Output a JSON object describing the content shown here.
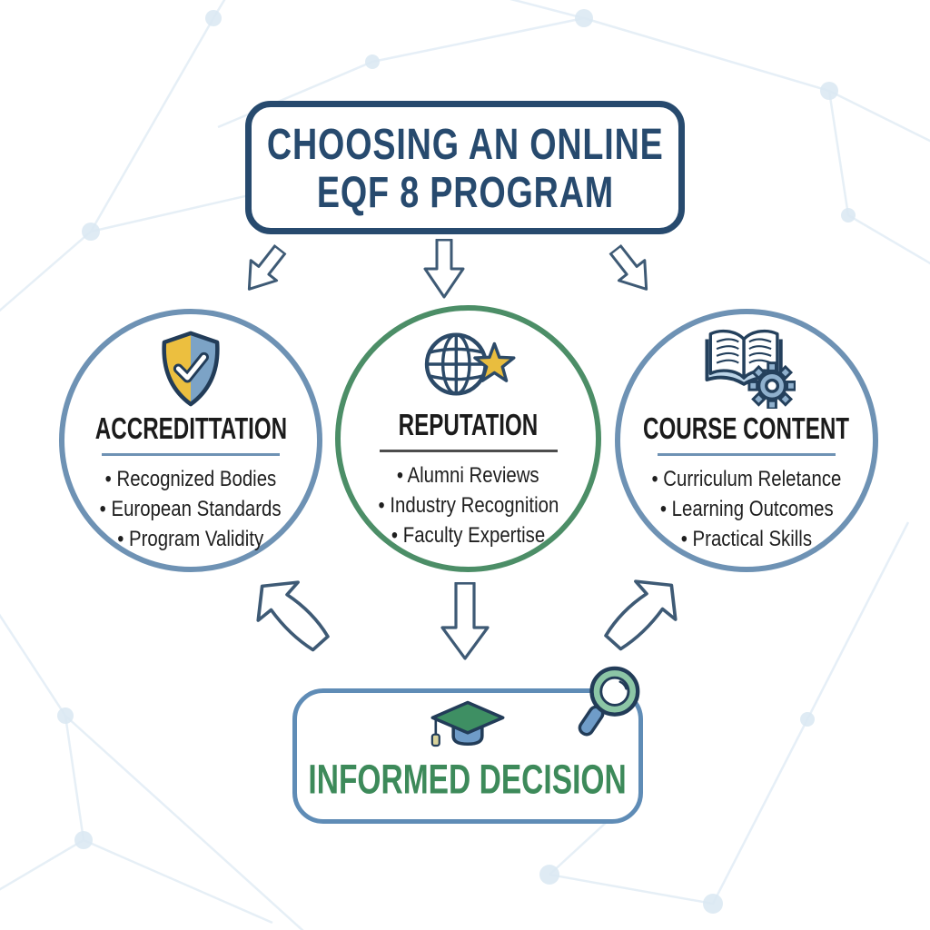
{
  "title": {
    "line1": "CHOOSING AN ONLINE",
    "line2": "EQF 8 PROGRAM"
  },
  "circles": [
    {
      "heading": "ACCREDITTATION",
      "icon": "shield-check-icon",
      "border_color": "#6e92b4",
      "bullets": [
        "Recognized Bodies",
        "European Standards",
        "Program Validity"
      ]
    },
    {
      "heading": "REPUTATION",
      "icon": "globe-star-icon",
      "border_color": "#4c8e67",
      "bullets": [
        "Alumni Reviews",
        "Industry Recognition",
        "Faculty Expertise"
      ]
    },
    {
      "heading": "COURSE CONTENT",
      "icon": "book-gear-icon",
      "border_color": "#6e92b4",
      "bullets": [
        "Curriculum Reletance",
        "Learning Outcomes",
        "Practical Skills"
      ]
    }
  ],
  "decision": {
    "label": "INFORMED DECISION",
    "icons": [
      "graduation-cap-icon",
      "magnifier-icon"
    ]
  },
  "colors": {
    "navy": "#274a6e",
    "steel": "#6e92b4",
    "steel2": "#5f8cb6",
    "green": "#4c8e67",
    "green-text": "#3d8a5a",
    "yellow": "#e9bd3e",
    "icon-blue": "#7ca3c6",
    "mint": "#8cc6a6",
    "icon-outline": "#223c58",
    "arrow-stroke": "#3e5a75",
    "divider-dark": "#4d4d4d",
    "network": "#d9e7f2"
  }
}
